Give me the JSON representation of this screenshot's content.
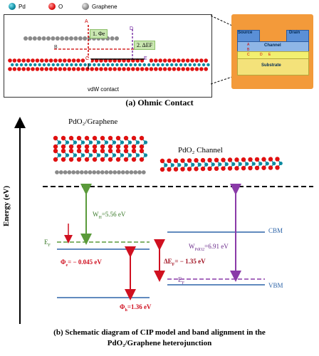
{
  "legend": [
    {
      "label": "Pd",
      "color": "#0b8aa0"
    },
    {
      "label": "O",
      "color": "#e01010"
    },
    {
      "label": "Graphene",
      "color": "#8a8a8a"
    }
  ],
  "panel_a": {
    "step1": "1. Φe",
    "step2": "2. ΔEF",
    "points": [
      "A",
      "B",
      "C",
      "D",
      "E"
    ],
    "vdw_label": "vdW contact",
    "caption": "(a) Ohmic Contact"
  },
  "device": {
    "source": "Source",
    "drain": "Drain",
    "channel": "Channel",
    "substrate": "Substrate",
    "letters": [
      "A",
      "B",
      "C",
      "D",
      "E"
    ]
  },
  "panel_b": {
    "y_axis": "Energy (eV)",
    "title_left": "PdO₂/Graphene",
    "title_right": "PdO₂ Channel",
    "wh": "W",
    "wh_sub": "H",
    "wh_val": "=5.56 eV",
    "wpdo2": "W",
    "wpdo2_sub": "PdO2",
    "wpdo2_val": "=6.91 eV",
    "ef_left": "E",
    "ef_left_sub": "F",
    "ef_right": "E",
    "ef_right_sub": "F",
    "phi_e": "Φ",
    "phi_e_sub": "e",
    "phi_e_val": "= − 0.045 eV",
    "delta_ef": "ΔE",
    "delta_ef_sub": "F",
    "delta_ef_val": "= − 1.35 eV",
    "phi_h": "Φ",
    "phi_h_sub": "h",
    "phi_h_val": "=1.36 eV",
    "cbm": "CBM",
    "vbm": "VBM",
    "caption_line1": "(b) Schematic diagram of CIP model and band alignment in the",
    "caption_line2": "PdO₂/Graphene heterojunction"
  },
  "colors": {
    "green": "#5a9a3a",
    "purple": "#8a3aa8",
    "red": "#d01020",
    "blue_band": "#2d64a8",
    "device_orange": "#f39a3a"
  }
}
